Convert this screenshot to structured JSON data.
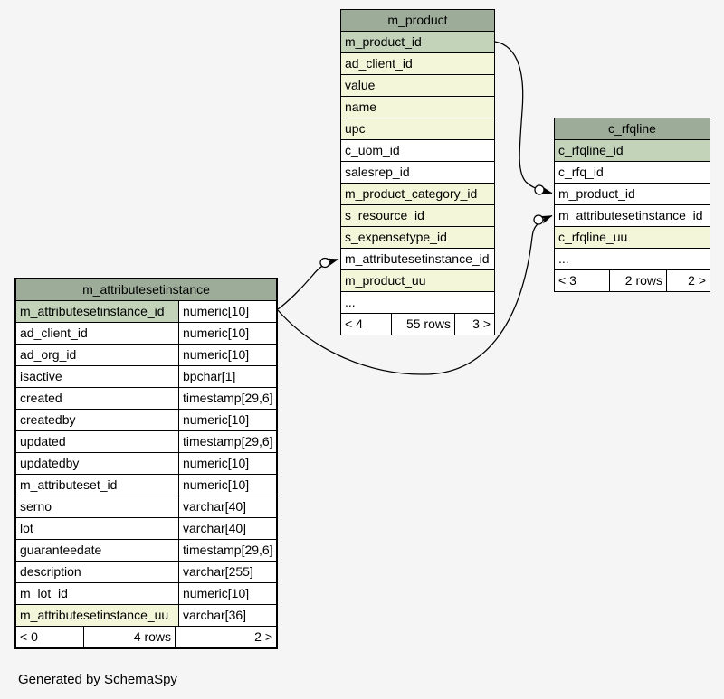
{
  "page": {
    "footer_note": "Generated by SchemaSpy"
  },
  "colors": {
    "page_bg": "#f5f5f5",
    "header_bg": "#9cac98",
    "primary_key_bg": "#c2d3ba",
    "indexed_column_bg": "#f3f6d8",
    "row_bg": "#ffffff",
    "border": "#000000"
  },
  "tables": [
    {
      "name": "m_attributesetinstance",
      "focal": true,
      "show_types": true,
      "columns": [
        {
          "name": "m_attributesetinstance_id",
          "type": "numeric[10]",
          "style": "pk"
        },
        {
          "name": "ad_client_id",
          "type": "numeric[10]",
          "style": "plain"
        },
        {
          "name": "ad_org_id",
          "type": "numeric[10]",
          "style": "plain"
        },
        {
          "name": "isactive",
          "type": "bpchar[1]",
          "style": "plain"
        },
        {
          "name": "created",
          "type": "timestamp[29,6]",
          "style": "plain"
        },
        {
          "name": "createdby",
          "type": "numeric[10]",
          "style": "plain"
        },
        {
          "name": "updated",
          "type": "timestamp[29,6]",
          "style": "plain"
        },
        {
          "name": "updatedby",
          "type": "numeric[10]",
          "style": "plain"
        },
        {
          "name": "m_attributeset_id",
          "type": "numeric[10]",
          "style": "plain"
        },
        {
          "name": "serno",
          "type": "varchar[40]",
          "style": "plain"
        },
        {
          "name": "lot",
          "type": "varchar[40]",
          "style": "plain"
        },
        {
          "name": "guaranteedate",
          "type": "timestamp[29,6]",
          "style": "plain"
        },
        {
          "name": "description",
          "type": "varchar[255]",
          "style": "plain"
        },
        {
          "name": "m_lot_id",
          "type": "numeric[10]",
          "style": "plain"
        },
        {
          "name": "m_attributesetinstance_uu",
          "type": "varchar[36]",
          "style": "fk"
        }
      ],
      "footer": {
        "left": "< 0",
        "center": "4 rows",
        "right": "2 >"
      }
    },
    {
      "name": "m_product",
      "focal": false,
      "show_types": false,
      "columns": [
        {
          "name": "m_product_id",
          "style": "pk"
        },
        {
          "name": "ad_client_id",
          "style": "fk"
        },
        {
          "name": "value",
          "style": "fk"
        },
        {
          "name": "name",
          "style": "fk"
        },
        {
          "name": "upc",
          "style": "fk"
        },
        {
          "name": "c_uom_id",
          "style": "plain"
        },
        {
          "name": "salesrep_id",
          "style": "plain"
        },
        {
          "name": "m_product_category_id",
          "style": "fk"
        },
        {
          "name": "s_resource_id",
          "style": "fk"
        },
        {
          "name": "s_expensetype_id",
          "style": "fk"
        },
        {
          "name": "m_attributesetinstance_id",
          "style": "plain"
        },
        {
          "name": "m_product_uu",
          "style": "fk"
        },
        {
          "name": "...",
          "style": "plain"
        }
      ],
      "footer": {
        "left": "< 4",
        "center": "55 rows",
        "right": "3 >"
      }
    },
    {
      "name": "c_rfqline",
      "focal": false,
      "show_types": false,
      "columns": [
        {
          "name": "c_rfqline_id",
          "style": "pk"
        },
        {
          "name": "c_rfq_id",
          "style": "plain"
        },
        {
          "name": "m_product_id",
          "style": "plain"
        },
        {
          "name": "m_attributesetinstance_id",
          "style": "plain"
        },
        {
          "name": "c_rfqline_uu",
          "style": "fk"
        },
        {
          "name": "...",
          "style": "plain"
        }
      ],
      "footer": {
        "left": "< 3",
        "center": "2 rows",
        "right": "2 >"
      }
    }
  ],
  "relationships": [
    {
      "from": "m_product.m_product_id",
      "to": "c_rfqline.m_product_id"
    },
    {
      "from": "m_attributesetinstance.m_attributesetinstance_id",
      "to": "m_product.m_attributesetinstance_id"
    },
    {
      "from": "m_attributesetinstance.m_attributesetinstance_id",
      "to": "c_rfqline.m_attributesetinstance_id"
    }
  ]
}
